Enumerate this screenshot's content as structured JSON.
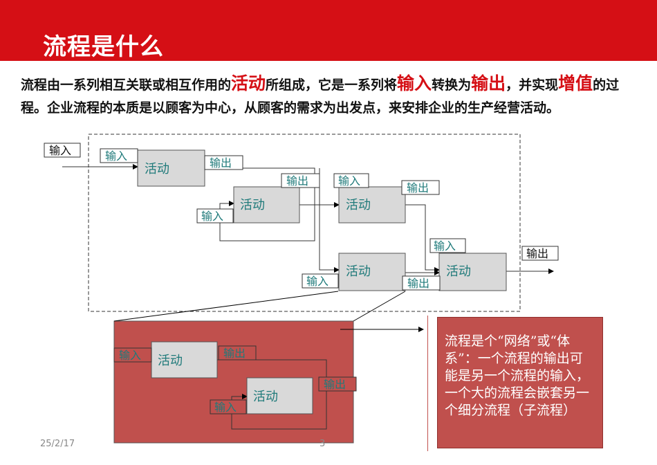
{
  "header": {
    "title": "流程是什么",
    "bar_color": "#d50f15"
  },
  "intro": {
    "part1": "流程由一系列相互关联或相互作用的",
    "hl1": "活动",
    "part2": "所组成，它是一系列将",
    "hl2": "输入",
    "part3": "转换为",
    "hl3": "输出",
    "part4": "，并实现",
    "hl4": "增值",
    "part5": "的过程。企业流程的本质是以顾客为中心，从顾客的需求为出发点，来安排企业的生产经营活动。"
  },
  "diagram": {
    "activity_label": "活动",
    "input_label": "输入",
    "output_label": "输出",
    "box_fill": "#d9d9d9",
    "subprocess_fill": "#c0504d",
    "label_color": "#1f7a7a"
  },
  "note": {
    "text": "流程是个“网络”或“体系”：一个流程的输出可能是另一个流程的输入，一个大的流程会嵌套另一个细分流程（子流程）"
  },
  "footer": {
    "date": "25/2/17",
    "page": "3"
  }
}
